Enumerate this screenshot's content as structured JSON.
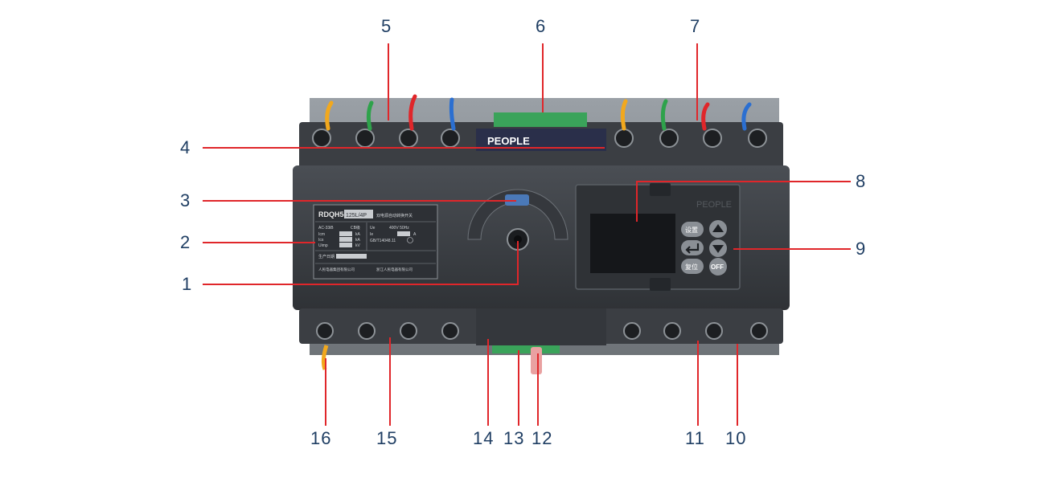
{
  "brand": "PEOPLE",
  "device": {
    "model": "RDQH5-",
    "rating_box": "125L/4P",
    "name_cn": "双电源自动转换开关",
    "category": "AC-33iB",
    "class": "CB级",
    "row_ue": "Ue",
    "row_ue_value": "400V 50Hz",
    "row_ie": "Ie",
    "row_ie_unit": "A",
    "row_icm": "Icm",
    "row_icm_unit": "kA",
    "row_ics": "Ics",
    "row_ics_unit": "kA",
    "row_uimp": "Uimp",
    "row_uimp_unit": "kV",
    "standard": "GB/T14048.11",
    "prod_date": "生产日期",
    "maker1": "人民电器集团有限公司",
    "maker2": "浙江人民电器有限公司"
  },
  "keypad": {
    "set": "设置",
    "reset": "复位",
    "off": "OFF"
  },
  "colors": {
    "label_number": "#1f3e63",
    "leader_line": "#e0262a",
    "device_body": "#3a3d42",
    "display_screen": "#15171a"
  },
  "callouts": [
    {
      "id": "1",
      "text": "1"
    },
    {
      "id": "2",
      "text": "2"
    },
    {
      "id": "3",
      "text": "3"
    },
    {
      "id": "4",
      "text": "4"
    },
    {
      "id": "5",
      "text": "5"
    },
    {
      "id": "6",
      "text": "6"
    },
    {
      "id": "7",
      "text": "7"
    },
    {
      "id": "8",
      "text": "8"
    },
    {
      "id": "9",
      "text": "9"
    },
    {
      "id": "10",
      "text": "10"
    },
    {
      "id": "11",
      "text": "11"
    },
    {
      "id": "12",
      "text": "12"
    },
    {
      "id": "13",
      "text": "13"
    },
    {
      "id": "14",
      "text": "14"
    },
    {
      "id": "15",
      "text": "15"
    },
    {
      "id": "16",
      "text": "16"
    }
  ]
}
